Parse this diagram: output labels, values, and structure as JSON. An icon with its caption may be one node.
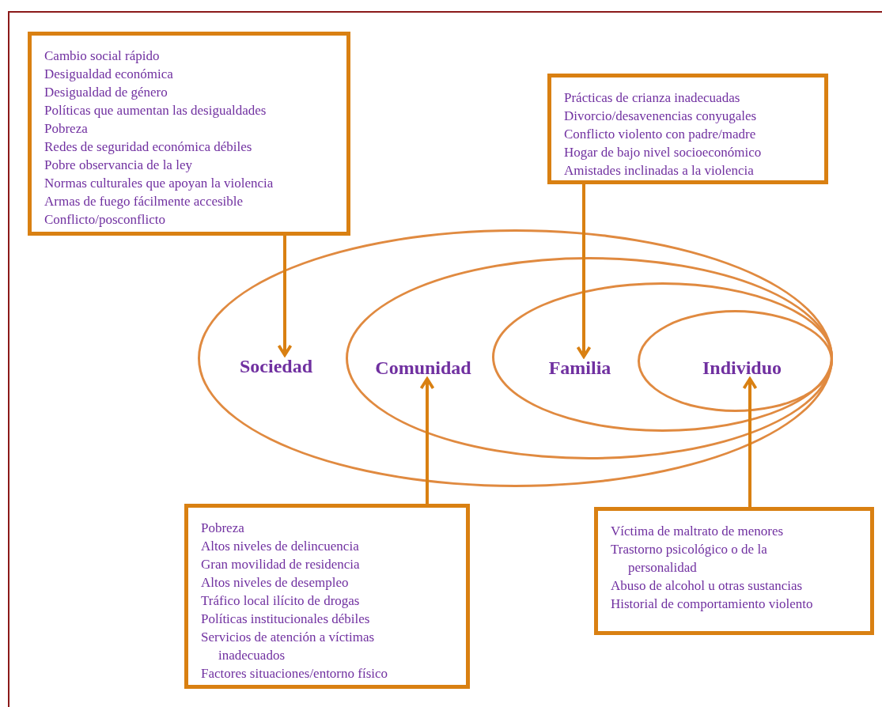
{
  "diagram": {
    "nodes": [
      {
        "text": [
          "Cambio social rápido",
          "Desigualdad económica",
          "Desigualdad de género",
          "Políticas que aumentan las desigualdades",
          "Pobreza",
          "Redes de seguridad económica débiles",
          "Pobre observancia de la ley",
          "Normas culturales que apoyan la violencia",
          "Armas de fuego fácilmente accesible",
          "Conflicto/posconflicto"
        ]
      },
      {
        "text": [
          "Prácticas de crianza inadecuadas",
          "Divorcio/desavenencias conyugales",
          "Conflicto violento con padre/madre",
          "Hogar de bajo nivel socioeconómico",
          "Amistades inclinadas a la violencia"
        ]
      },
      {
        "text": [],
        "shape": "ellipse"
      },
      {
        "text": [
          "Sociedad"
        ],
        "in": 2
      },
      {
        "text": [],
        "shape": "ellipse",
        "in": 2
      },
      {
        "text": [
          "Comunidad"
        ],
        "in": 4
      },
      {
        "text": [],
        "shape": "ellipse",
        "in": 4
      },
      {
        "text": [
          "Familia"
        ],
        "in": 6
      },
      {
        "text": [],
        "shape": "ellipse",
        "in": 6
      },
      {
        "text": [
          "Individuo"
        ],
        "in": 8
      },
      {
        "text": [
          "Pobreza",
          "Altos niveles de delincuencia",
          "Gran movilidad de residencia",
          "Altos niveles de desempleo",
          "Tráfico local ilícito de drogas",
          "Políticas institucionales débiles",
          "Servicios de atención a víctimas inadecuados",
          "Factores situaciones/entorno físico"
        ]
      },
      {
        "text": [
          "Víctima de maltrato de menores",
          "Trastorno psicológico o de la personalidad",
          "Abuso de alcohol u otras sustancias",
          "Historial de comportamiento violento"
        ]
      }
    ],
    "edges": [
      {
        "from": 0,
        "to": 3,
        "arrow": "to"
      },
      {
        "from": 1,
        "to": 7,
        "arrow": "to"
      },
      {
        "from": 10,
        "to": 5,
        "arrow": "to"
      },
      {
        "from": 11,
        "to": 9,
        "arrow": "to"
      }
    ]
  }
}
